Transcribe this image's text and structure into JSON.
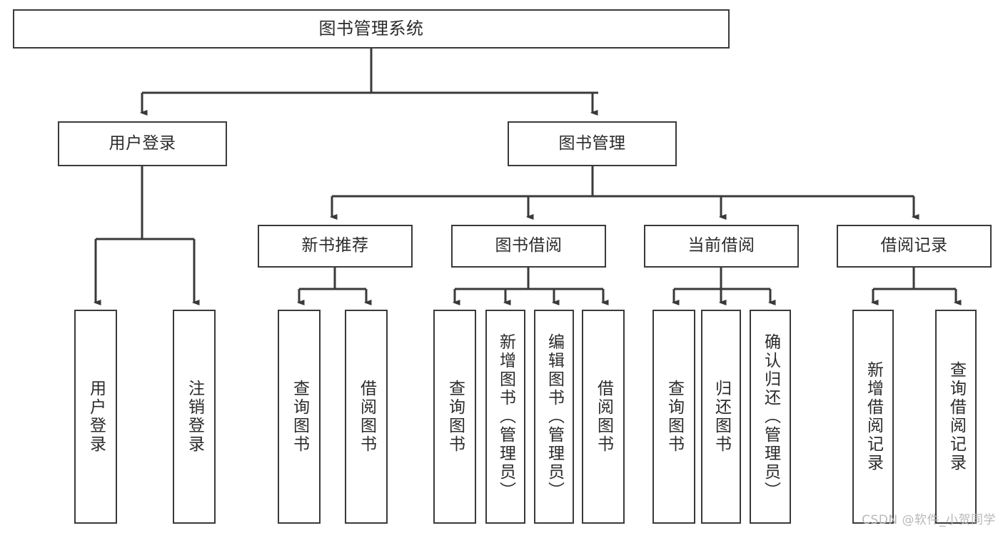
{
  "diagram": {
    "title": "图书管理系统",
    "type": "tree-hierarchy-chart",
    "watermark": "CSDN @软件_小贺同学",
    "colors": {
      "background": "#ffffff",
      "box_border": "#3a3a3a",
      "connector": "#3a3a3a",
      "text": "#2b2b2b",
      "watermark": "#b8b8b8"
    },
    "nodes": {
      "root": {
        "label": "图书管理系统",
        "level": 0,
        "orientation": "horizontal"
      },
      "l1": [
        {
          "id": "user-login",
          "label": "用户登录",
          "orientation": "horizontal"
        },
        {
          "id": "book-management",
          "label": "图书管理",
          "orientation": "horizontal"
        }
      ],
      "l2": [
        {
          "id": "new-book-recommend",
          "label": "新书推荐",
          "orientation": "horizontal"
        },
        {
          "id": "book-borrow",
          "label": "图书借阅",
          "orientation": "horizontal"
        },
        {
          "id": "current-borrow",
          "label": "当前借阅",
          "orientation": "horizontal"
        },
        {
          "id": "borrow-record",
          "label": "借阅记录",
          "orientation": "horizontal"
        }
      ],
      "leaves": {
        "user_login": [
          {
            "id": "leaf-user-login",
            "label": "用户登录",
            "orientation": "vertical"
          },
          {
            "id": "leaf-user-logout",
            "label": "注销登录",
            "orientation": "vertical"
          }
        ],
        "new_book_recommend": [
          {
            "id": "leaf-query-book-1",
            "label": "查询图书",
            "orientation": "vertical"
          },
          {
            "id": "leaf-borrow-book-1",
            "label": "借阅图书",
            "orientation": "vertical"
          }
        ],
        "book_borrow": [
          {
            "id": "leaf-query-book-2",
            "label": "查询图书",
            "orientation": "vertical"
          },
          {
            "id": "leaf-add-book-admin",
            "label": "新增图书（管理员）",
            "orientation": "vertical"
          },
          {
            "id": "leaf-edit-book-admin",
            "label": "编辑图书（管理员）",
            "orientation": "vertical"
          },
          {
            "id": "leaf-borrow-book-2",
            "label": "借阅图书",
            "orientation": "vertical"
          }
        ],
        "current_borrow": [
          {
            "id": "leaf-query-book-3",
            "label": "查询图书",
            "orientation": "vertical"
          },
          {
            "id": "leaf-return-book",
            "label": "归还图书",
            "orientation": "vertical"
          },
          {
            "id": "leaf-confirm-return-admin",
            "label": "确认归还（管理员）",
            "orientation": "vertical"
          }
        ],
        "borrow_record": [
          {
            "id": "leaf-add-borrow-record",
            "label": "新增借阅记录",
            "orientation": "vertical"
          },
          {
            "id": "leaf-query-borrow-record",
            "label": "查询借阅记录",
            "orientation": "vertical"
          }
        ]
      }
    }
  }
}
